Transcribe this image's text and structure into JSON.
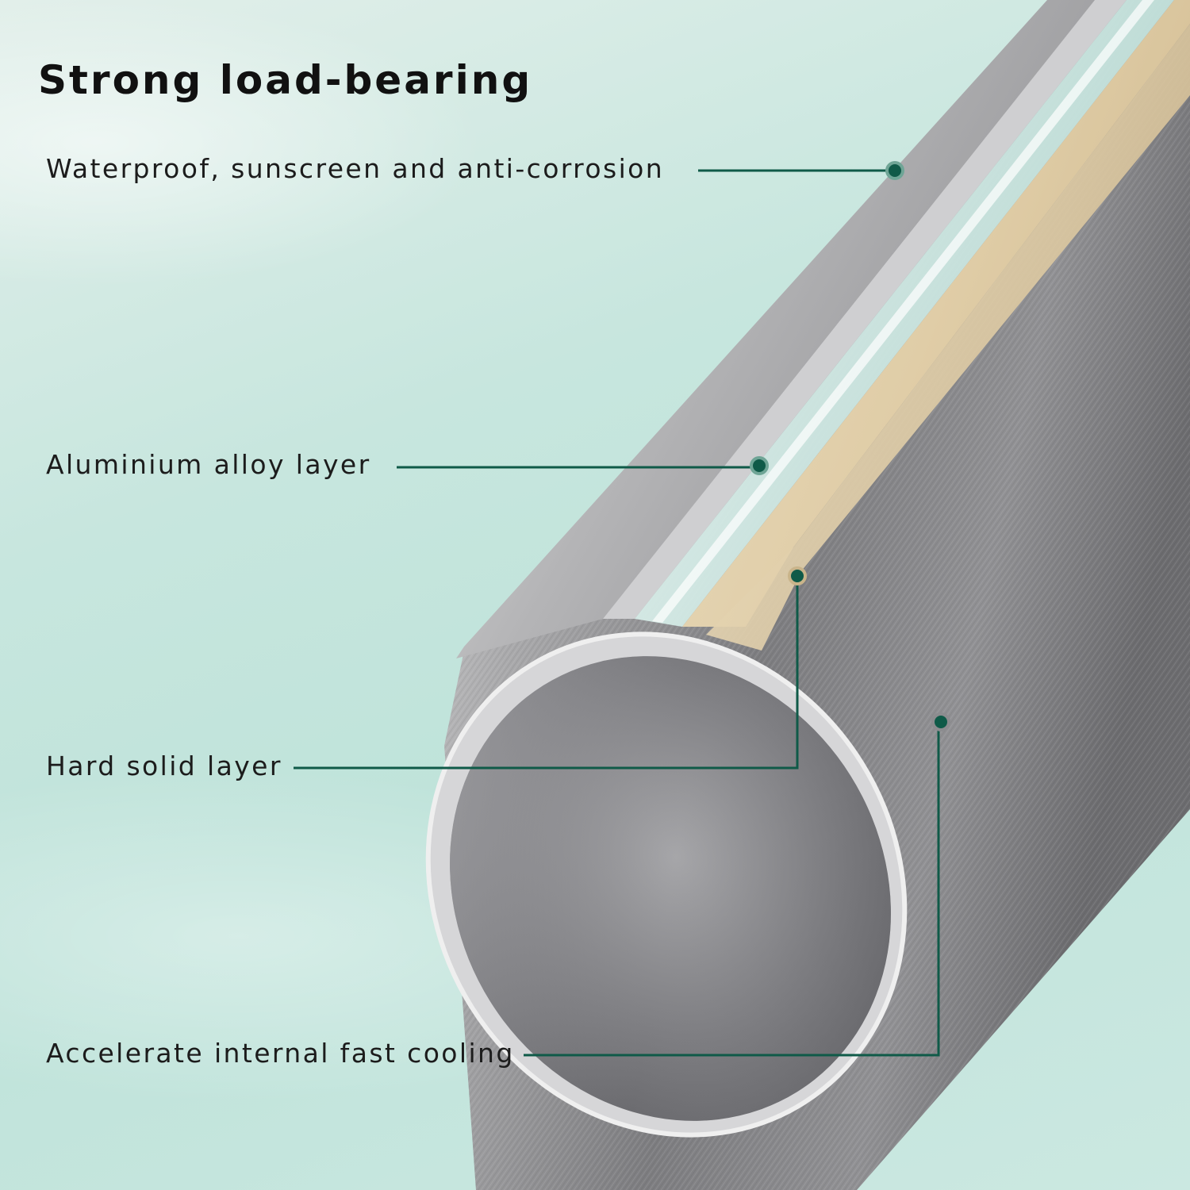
{
  "title": "Strong load-bearing",
  "callouts": [
    {
      "text": "Waterproof, sunscreen and anti-corrosion"
    },
    {
      "text": "Aluminium alloy layer"
    },
    {
      "text": "Hard solid layer"
    },
    {
      "text": "Accelerate internal fast cooling"
    }
  ],
  "colors": {
    "leader_line": "#0f5a48",
    "background": "#c7e6de",
    "foam_layer": "#e4d3b0",
    "metal": "#8d8d8f"
  }
}
